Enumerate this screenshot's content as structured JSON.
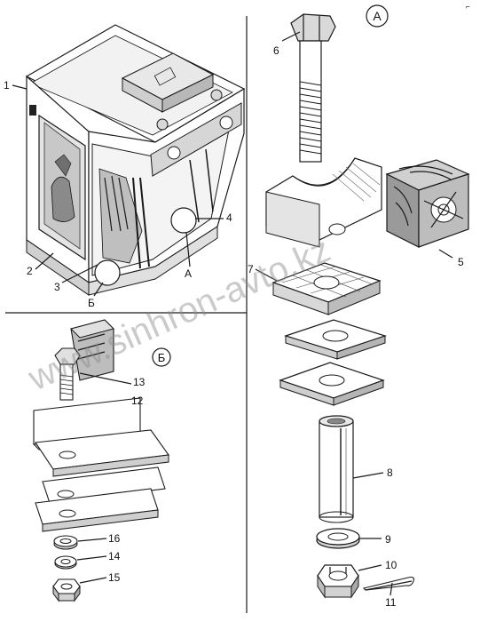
{
  "callouts": {
    "c1": "1",
    "c2": "2",
    "c3": "3",
    "c4": "4",
    "c5": "5",
    "c6": "6",
    "c7": "7",
    "c8": "8",
    "c9": "9",
    "c10": "10",
    "c11": "11",
    "c12": "12",
    "c13": "13",
    "c14": "14",
    "c15": "15",
    "c16": "16"
  },
  "view_labels": {
    "a_circle": "A",
    "a_pointer": "A",
    "b_circle": "Б",
    "b_pointer": "Б"
  },
  "watermark": "www.sinhron-avto.kz"
}
